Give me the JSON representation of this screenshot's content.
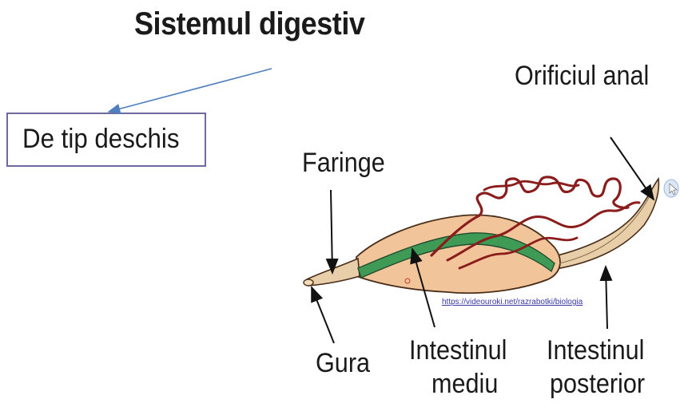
{
  "title": "Sistemul digestiv",
  "box_label": "De tip deschis",
  "labels": {
    "orificiul_anal": "Orificiul anal",
    "faringe": "Faringe",
    "gura": "Gura",
    "intestinul_mediu_1": "Intestinul",
    "intestinul_mediu_2": "mediu",
    "intestinul_posterior_1": "Intestinul",
    "intestinul_posterior_2": "posterior"
  },
  "source_url": "https://videouroki.net/razrabotki/biologia",
  "colors": {
    "body_fill": "#f1c49a",
    "body_stroke": "#4a2e1a",
    "midgut_green": "#3e9a55",
    "malpighian": "#8a1c1c",
    "arrow_blue": "#4f7fbf",
    "box_border": "#6c6a9c"
  }
}
